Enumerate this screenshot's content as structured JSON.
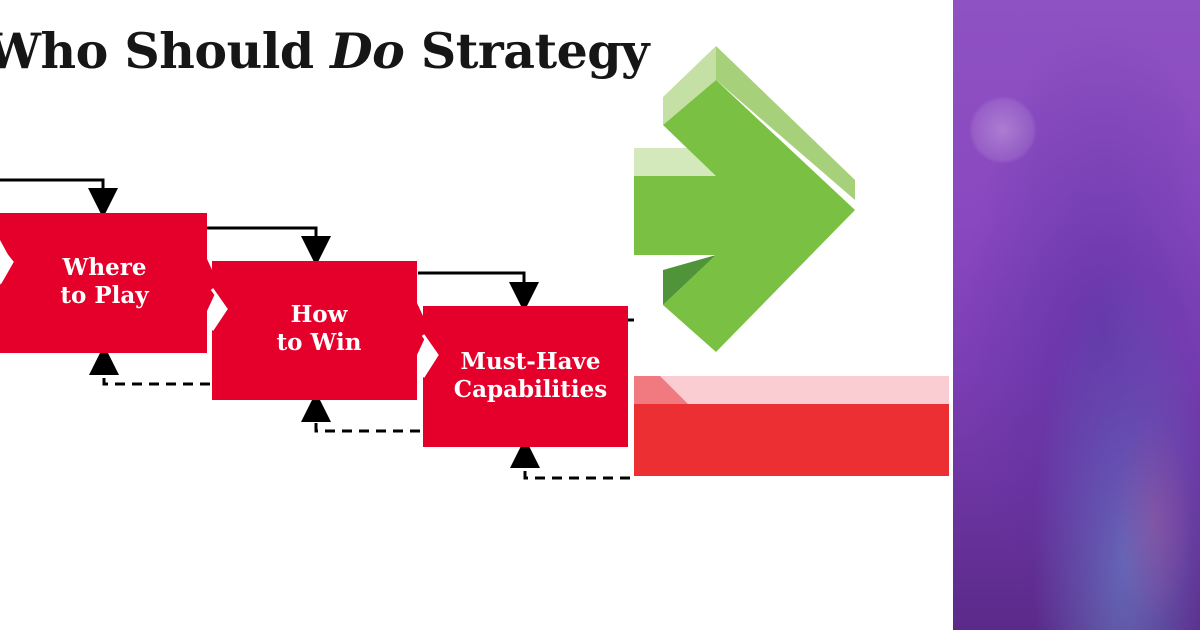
{
  "title": {
    "prefix": "Who Should ",
    "emphasis": "Do",
    "suffix": " Strategy"
  },
  "steps": [
    {
      "line1": "Where",
      "line2": "to Play"
    },
    {
      "line1": "How",
      "line2": "to Win"
    },
    {
      "line1": "Must-Have",
      "line2": "Capabilities"
    }
  ],
  "colors": {
    "box_red": "#e4002b",
    "arrow_green": "#7ac143",
    "banner_red": "#ec2f32",
    "banner_pink": "#f9cdd1",
    "photo_purple": "#8a48c0"
  },
  "icons": {
    "green_arrow": "right-arrow-3d-icon"
  }
}
